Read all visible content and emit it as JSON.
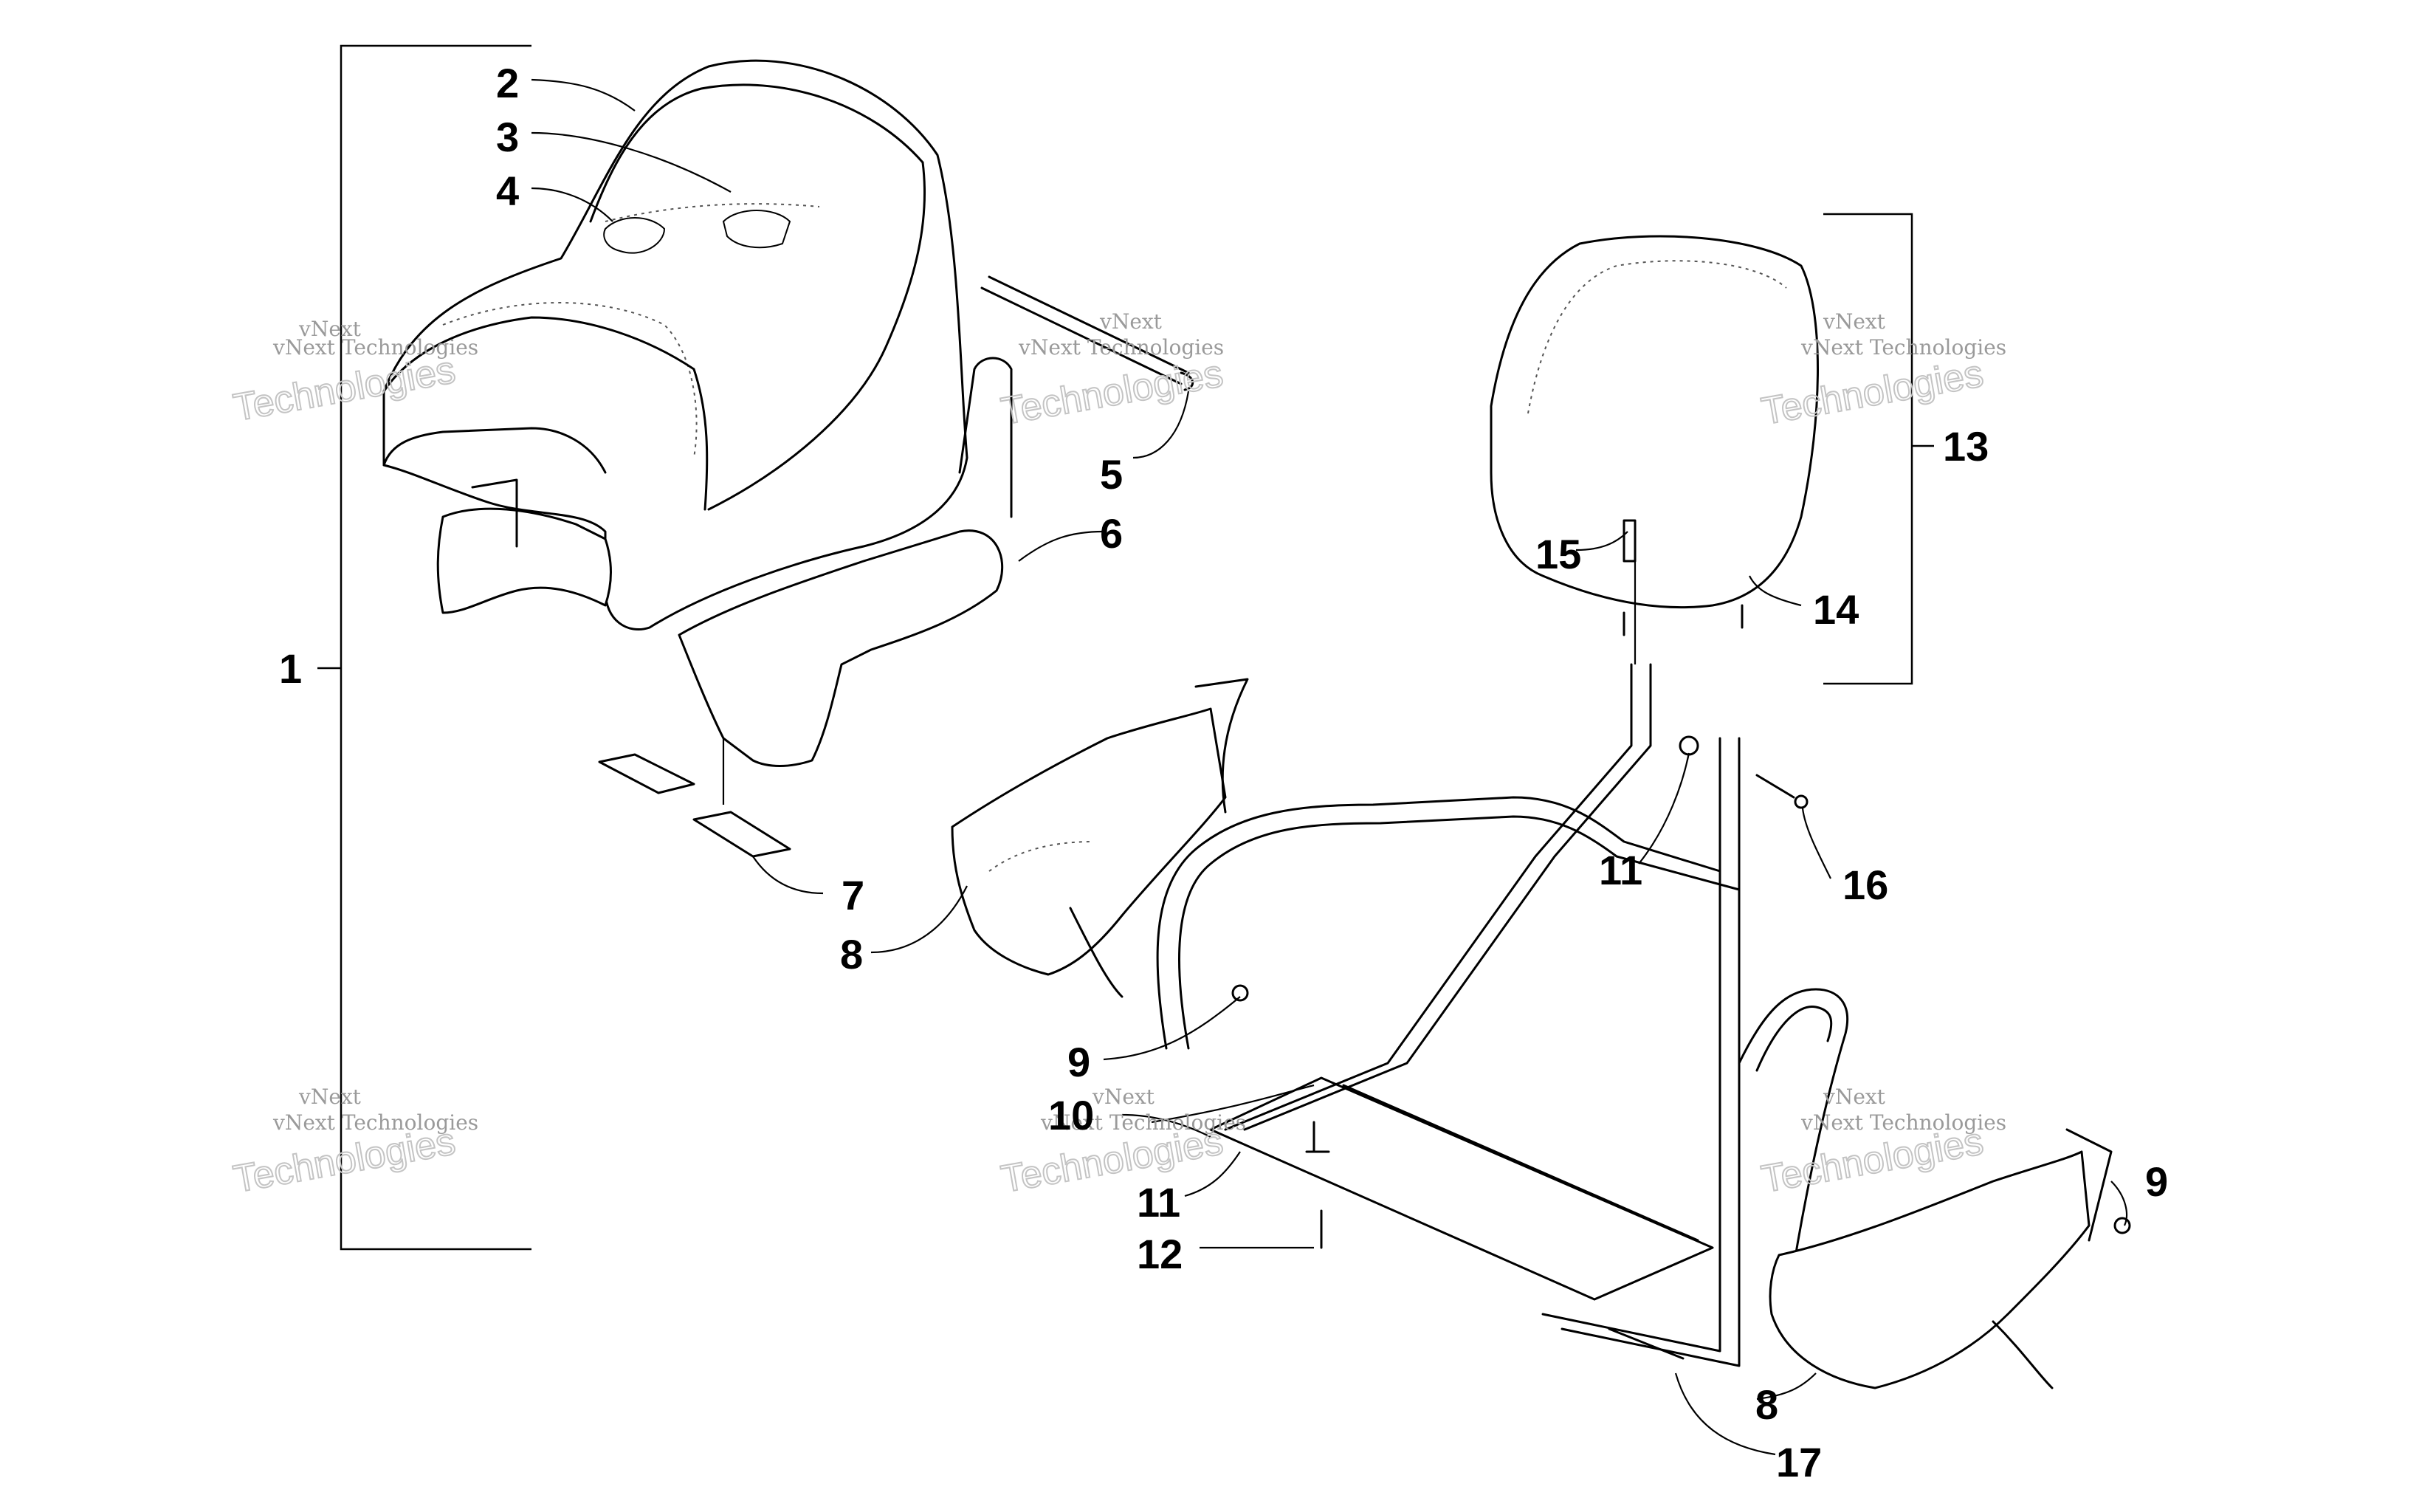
{
  "diagram": {
    "callouts": [
      {
        "id": "c1",
        "text": "1"
      },
      {
        "id": "c2",
        "text": "2"
      },
      {
        "id": "c3",
        "text": "3"
      },
      {
        "id": "c4",
        "text": "4"
      },
      {
        "id": "c5",
        "text": "5"
      },
      {
        "id": "c6",
        "text": "6"
      },
      {
        "id": "c7",
        "text": "7"
      },
      {
        "id": "c8a",
        "text": "8"
      },
      {
        "id": "c8b",
        "text": "8"
      },
      {
        "id": "c9a",
        "text": "9"
      },
      {
        "id": "c9b",
        "text": "9"
      },
      {
        "id": "c10",
        "text": "10"
      },
      {
        "id": "c11a",
        "text": "11"
      },
      {
        "id": "c11b",
        "text": "11"
      },
      {
        "id": "c12",
        "text": "12"
      },
      {
        "id": "c13",
        "text": "13"
      },
      {
        "id": "c14",
        "text": "14"
      },
      {
        "id": "c15",
        "text": "15"
      },
      {
        "id": "c16",
        "text": "16"
      },
      {
        "id": "c17",
        "text": "17"
      }
    ],
    "watermark": {
      "line1": "vNext",
      "line2": "vNext Technologies",
      "line3": "Technologies"
    }
  }
}
